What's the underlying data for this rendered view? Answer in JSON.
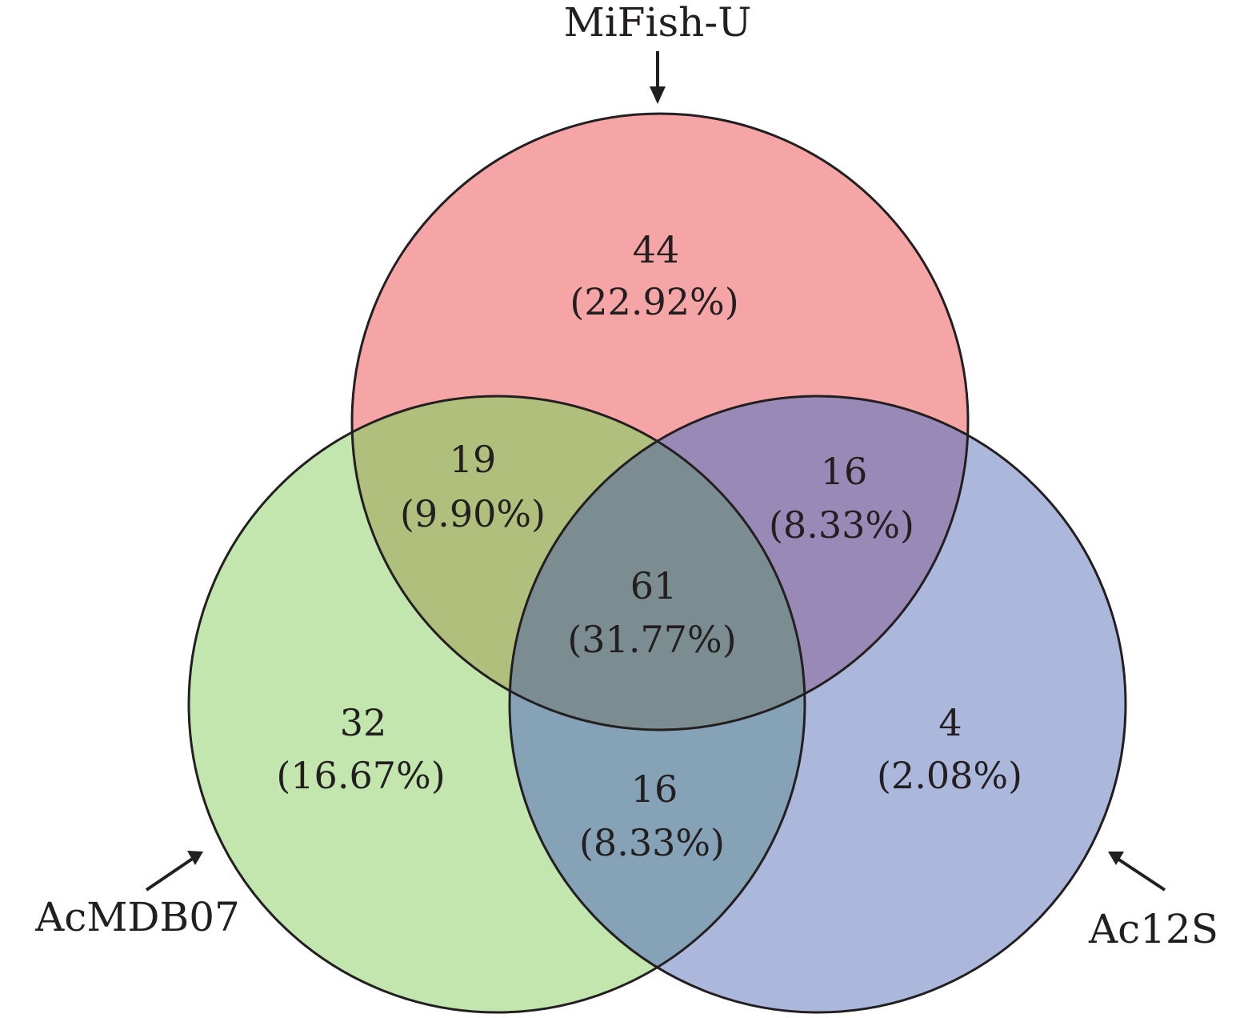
{
  "sets": [
    {
      "id": "mifish",
      "label": "MiFish-U",
      "color": "#f08080"
    },
    {
      "id": "acmdb",
      "label": "AcMDB07",
      "color": "#90d070"
    },
    {
      "id": "ac12s",
      "label": "Ac12S",
      "color": "#7788c8"
    }
  ],
  "regions": {
    "mifish_only": {
      "count": "44",
      "percent": "(22.92%)"
    },
    "mifish_acmdb": {
      "count": "19",
      "percent": "(9.90%)"
    },
    "mifish_ac12s": {
      "count": "16",
      "percent": "(8.33%)"
    },
    "all_three": {
      "count": "61",
      "percent": "(31.77%)"
    },
    "acmdb_only": {
      "count": "32",
      "percent": "(16.67%)"
    },
    "acmdb_ac12s": {
      "count": "16",
      "percent": "(8.33%)"
    },
    "ac12s_only": {
      "count": "4",
      "percent": "(2.08%)"
    }
  }
}
